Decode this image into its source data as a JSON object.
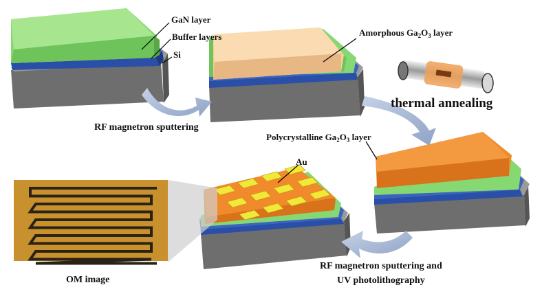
{
  "labels": {
    "gan_layer": "GaN layer",
    "buffer_layers": "Buffer layers",
    "si": "Si",
    "amorphous": {
      "pre": "Amorphous Ga",
      "sub1": "2",
      "mid": "O",
      "sub2": "3",
      "post": " layer"
    },
    "thermal_annealing": "thermal annealing",
    "rf_sputtering": "RF magnetron sputtering",
    "polycrystalline": {
      "pre": "Polycrystalline Ga",
      "sub1": "2",
      "mid": "O",
      "sub2": "3",
      "post": " layer"
    },
    "au": "Au",
    "om_image": "OM image",
    "rf_sputtering_uv_line1": "RF magnetron sputtering and",
    "rf_sputtering_uv_line2": "UV photolithography"
  },
  "colors": {
    "gan": "#86d873",
    "buffer": "#2a4fa8",
    "si": "#7a7a7a",
    "amorphous_ga2o3": "#f6cf9c",
    "polycrystalline_ga2o3": "#f08a2a",
    "au_pads": "#f2e83a",
    "om_background": "#c8912e",
    "arrow": "#a9b9d6"
  }
}
